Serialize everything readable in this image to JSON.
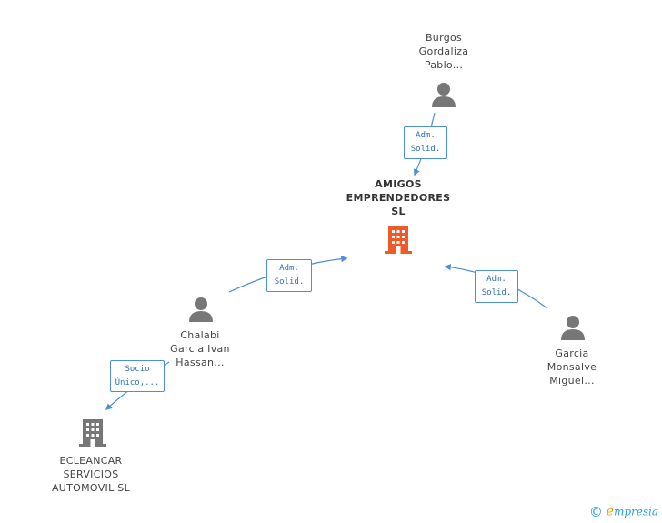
{
  "nodes": {
    "center": {
      "lines": [
        "AMIGOS",
        "EMPRENDEDORES",
        "SL"
      ],
      "icon": "building-icon",
      "color": "#f0592a"
    },
    "burgos": {
      "lines": [
        "Burgos",
        "Gordaliza",
        "Pablo..."
      ],
      "icon": "person-icon",
      "color": "#777777"
    },
    "chalabi": {
      "lines": [
        "Chalabi",
        "Garcia Ivan",
        "Hassan..."
      ],
      "icon": "person-icon",
      "color": "#777777"
    },
    "garcia": {
      "lines": [
        "Garcia",
        "Monsalve",
        "Miguel..."
      ],
      "icon": "person-icon",
      "color": "#777777"
    },
    "ecleancar": {
      "lines": [
        "ECLEANCAR",
        "SERVICIOS",
        "AUTOMOVIL SL"
      ],
      "icon": "building-icon",
      "color": "#777777"
    }
  },
  "edges": {
    "burgos_center": [
      "Adm.",
      "Solid."
    ],
    "chalabi_center": [
      "Adm.",
      "Solid."
    ],
    "garcia_center": [
      "Adm.",
      "Solid."
    ],
    "chalabi_ecleancar": [
      "Socio",
      "Único,..."
    ]
  },
  "brand": {
    "copyright": "©",
    "first_letter": "e",
    "rest": "mpresia"
  },
  "colors": {
    "edge": "#4a8fd8",
    "accent": "#f0592a",
    "node": "#777777"
  }
}
